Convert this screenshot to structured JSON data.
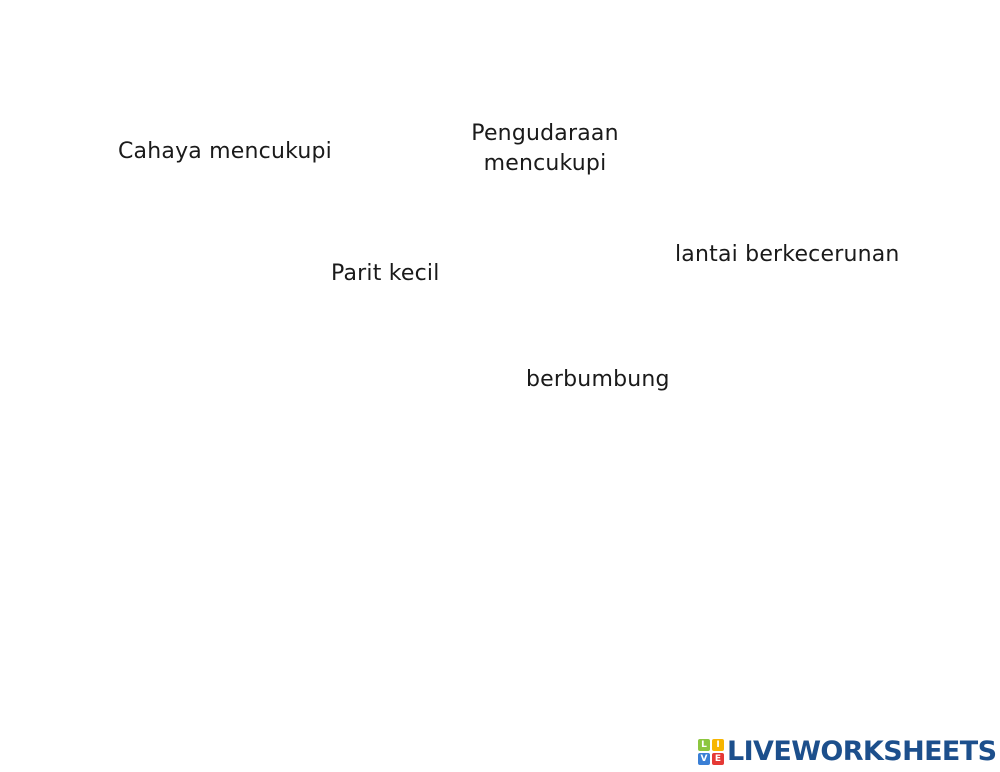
{
  "worksheet": {
    "labels": [
      {
        "id": "cahaya",
        "text": "Cahaya mencukupi"
      },
      {
        "id": "pengudaraan",
        "text": "Pengudaraan mencukupi"
      },
      {
        "id": "lantai",
        "text": "lantai berkecerunan"
      },
      {
        "id": "parit",
        "text": "Parit kecil"
      },
      {
        "id": "berbumbung",
        "text": "berbumbung"
      }
    ]
  },
  "footer": {
    "logo": {
      "icon_letters": [
        "L",
        "I",
        "V",
        "E"
      ],
      "icon_colors": [
        "#8cc63f",
        "#f7b500",
        "#3a7fd5",
        "#e53935"
      ],
      "text": "LIVEWORKSHEETS",
      "color": "#1c4f8c"
    }
  }
}
